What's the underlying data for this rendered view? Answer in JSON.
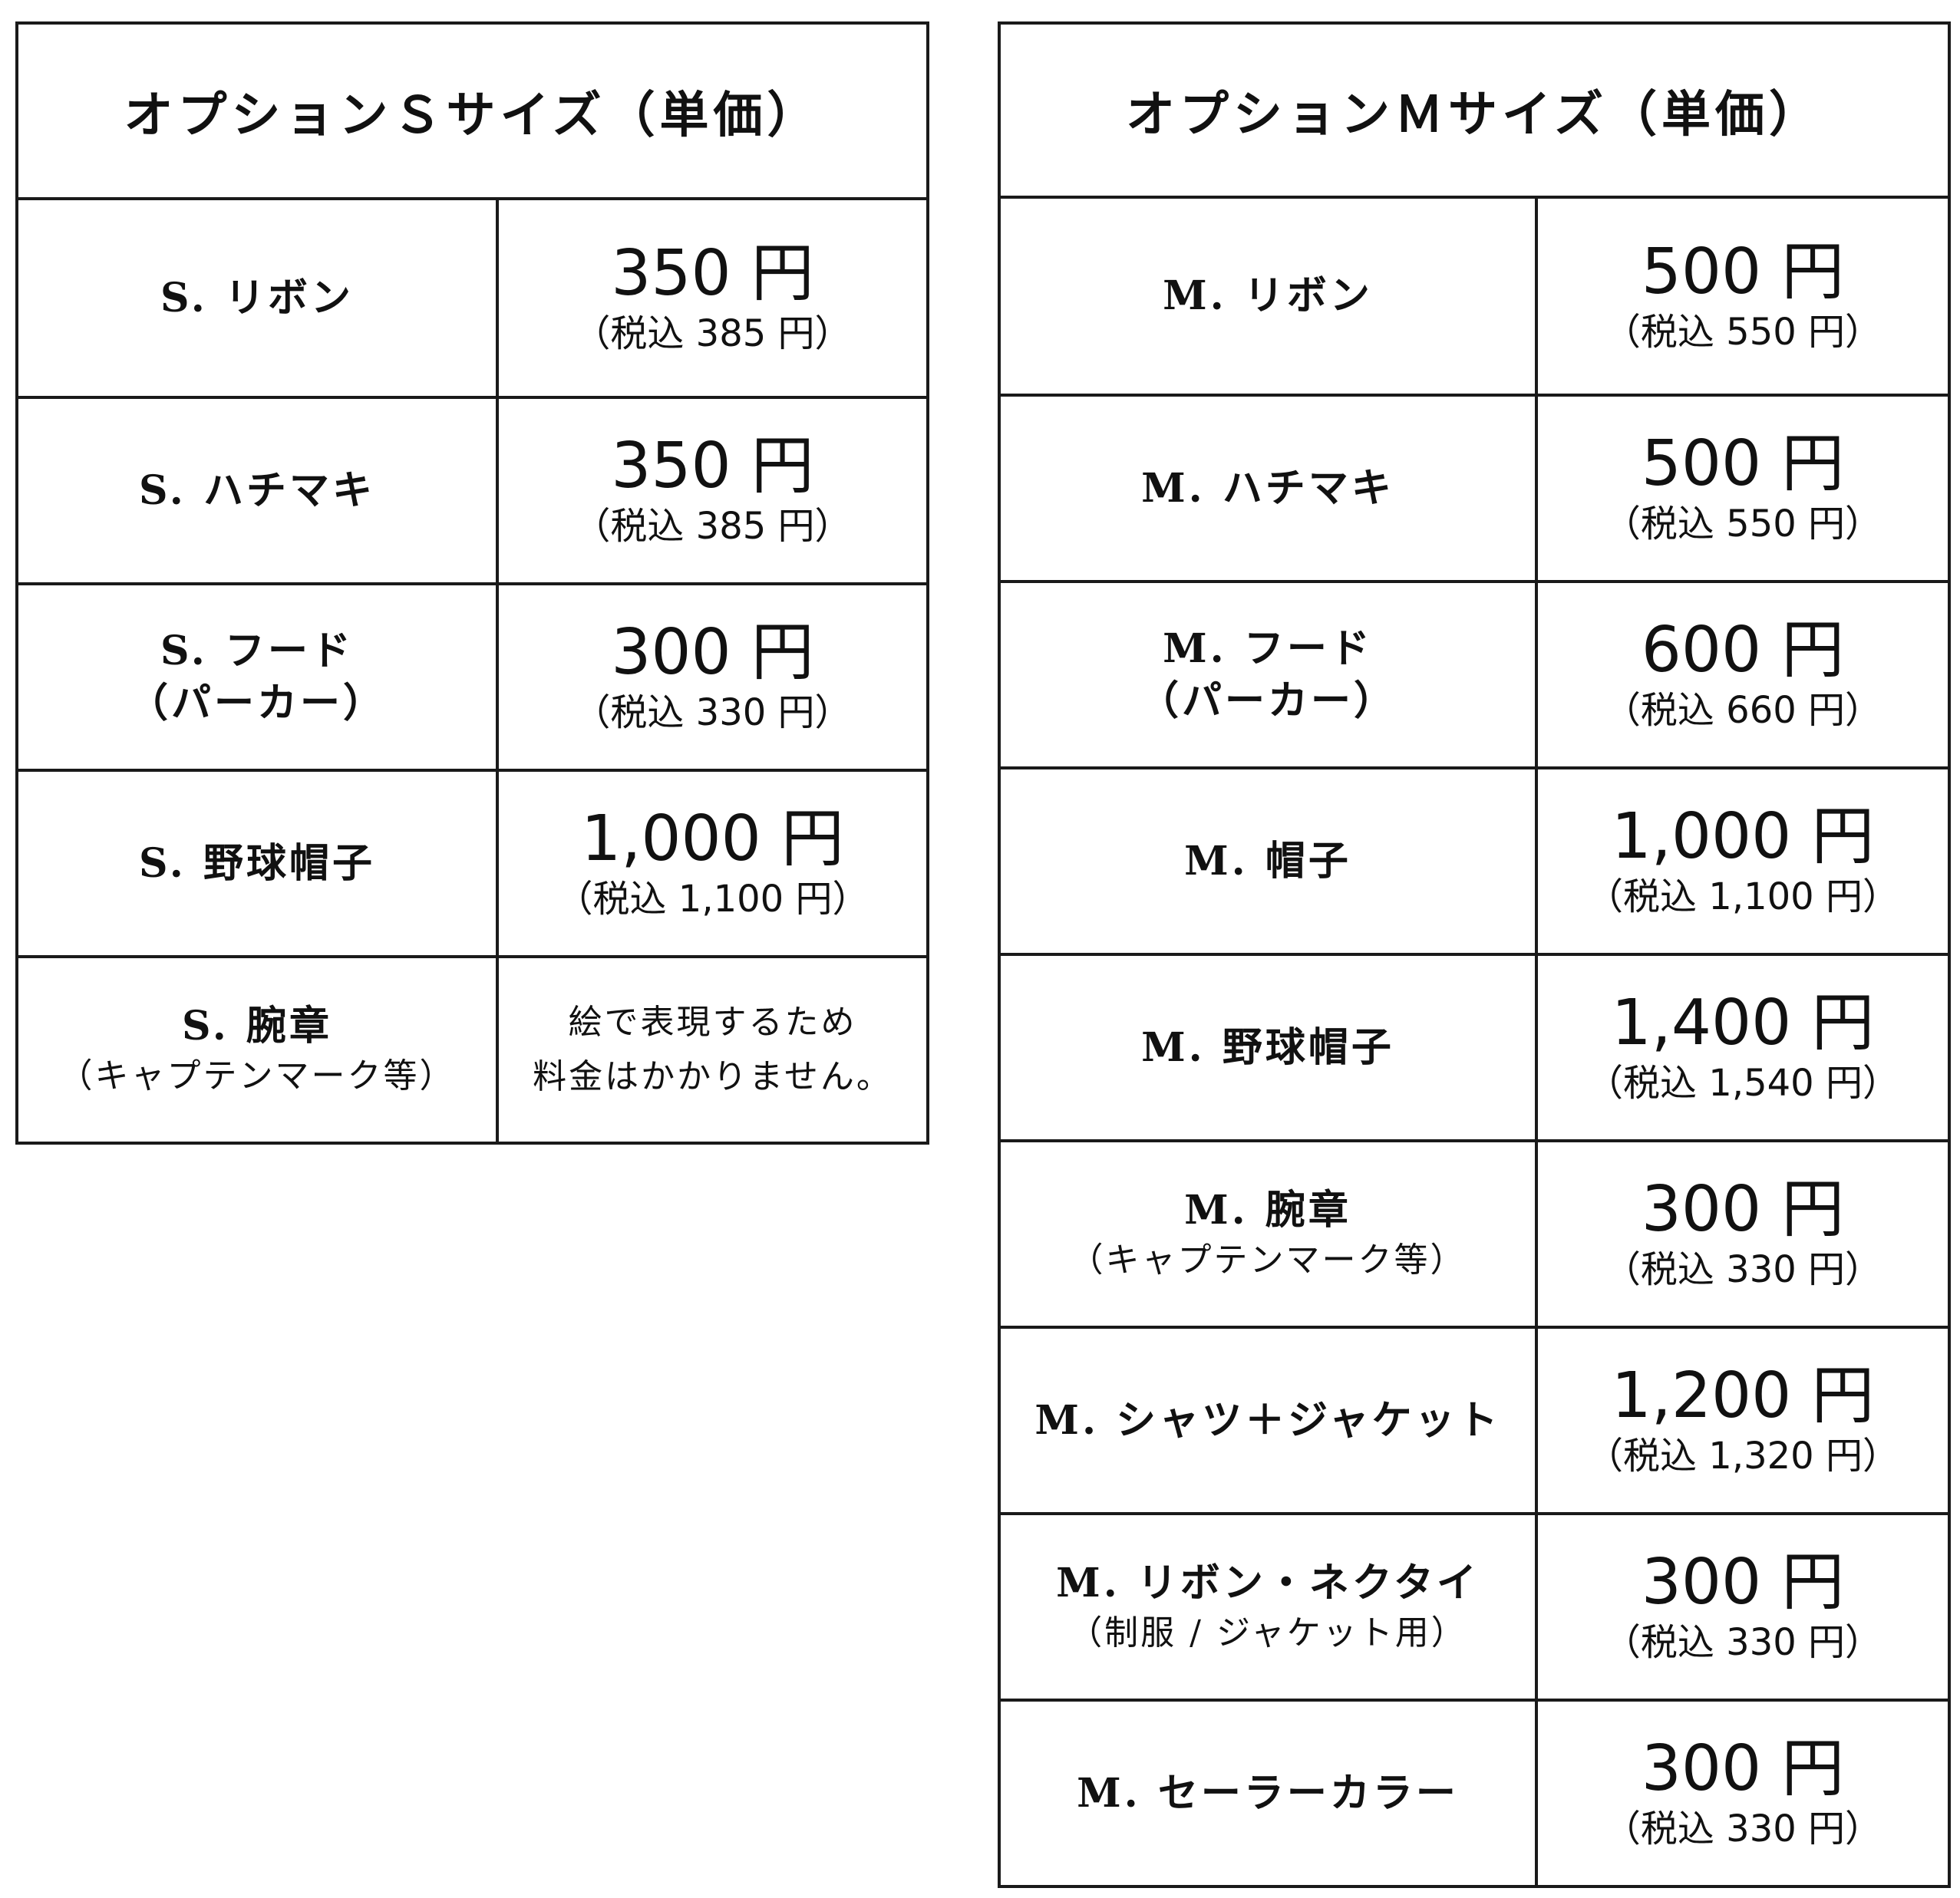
{
  "table_s": {
    "title": "オプションＳサイズ（単価）",
    "rows": [
      {
        "name": "S. リボン",
        "sub": "",
        "price": "350 円",
        "tax": "（税込 385 円）"
      },
      {
        "name": "S. ハチマキ",
        "sub": "",
        "price": "350 円",
        "tax": "（税込 385 円）"
      },
      {
        "name": "S. フード",
        "sub": "（パーカー）",
        "price": "300 円",
        "tax": "（税込 330 円）"
      },
      {
        "name": "S. 野球帽子",
        "sub": "",
        "price": "1,000 円",
        "tax": "（税込 1,100 円）"
      },
      {
        "name": "S. 腕章",
        "sub": "（キャプテンマーク等）",
        "note_line1": "絵で表現するため",
        "note_line2": "料金はかかりません。"
      }
    ]
  },
  "table_m": {
    "title": "オプションＭサイズ（単価）",
    "rows": [
      {
        "name": "M. リボン",
        "sub": "",
        "price": "500 円",
        "tax": "（税込 550 円）"
      },
      {
        "name": "M. ハチマキ",
        "sub": "",
        "price": "500 円",
        "tax": "（税込 550 円）"
      },
      {
        "name": "M. フード",
        "sub": "（パーカー）",
        "price": "600 円",
        "tax": "（税込 660 円）"
      },
      {
        "name": "M. 帽子",
        "sub": "",
        "price": "1,000 円",
        "tax": "（税込 1,100 円）"
      },
      {
        "name": "M. 野球帽子",
        "sub": "",
        "price": "1,400 円",
        "tax": "（税込 1,540 円）"
      },
      {
        "name": "M. 腕章",
        "sub": "（キャプテンマーク等）",
        "price": "300 円",
        "tax": "（税込 330 円）"
      },
      {
        "name": "M. シャツ＋ジャケット",
        "sub": "",
        "price": "1,200 円",
        "tax": "（税込 1,320 円）"
      },
      {
        "name": "M. リボン・ネクタイ",
        "sub": "（制服 / ジャケット用）",
        "price": "300 円",
        "tax": "（税込 330 円）"
      },
      {
        "name": "M. セーラーカラー",
        "sub": "",
        "price": "300 円",
        "tax": "（税込 330 円）"
      }
    ]
  }
}
